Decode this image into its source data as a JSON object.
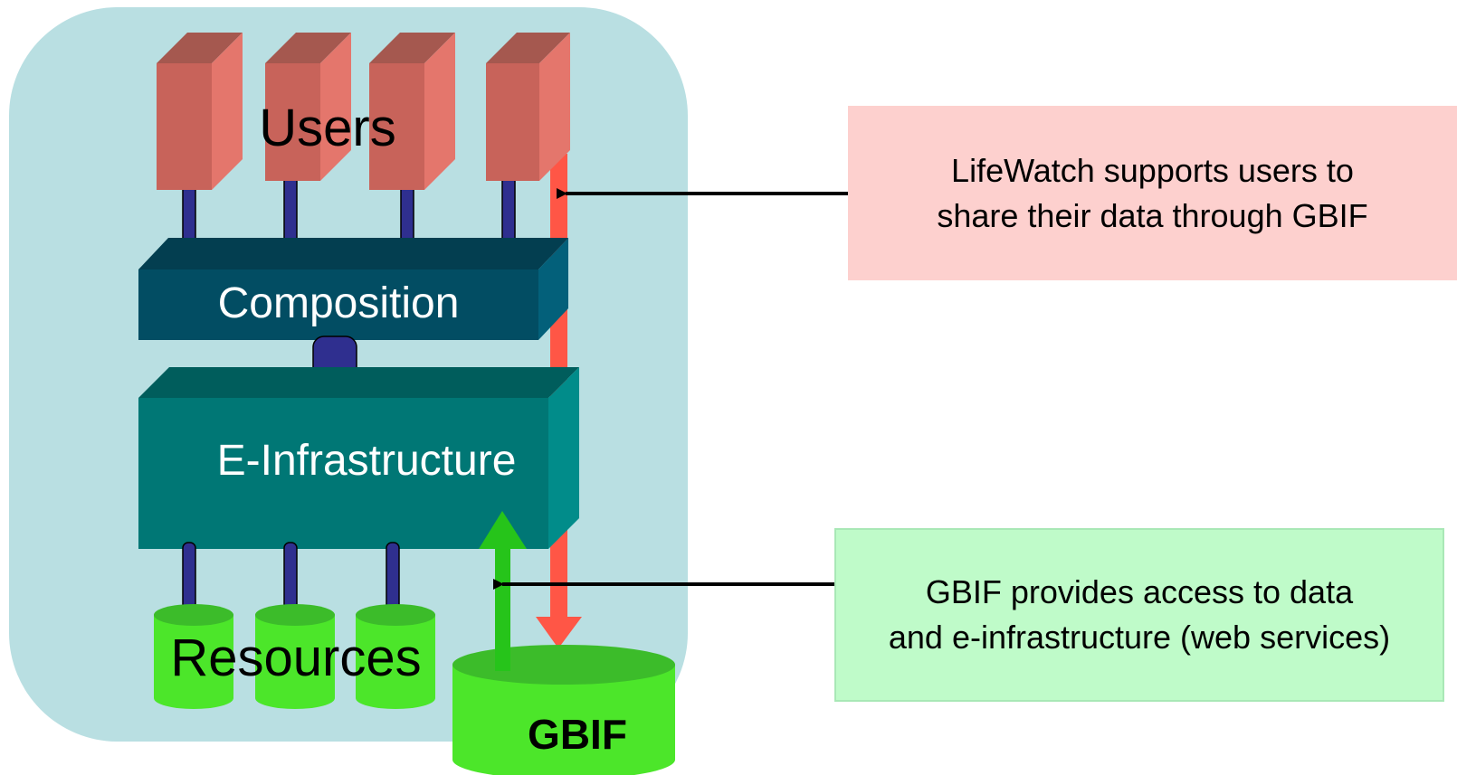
{
  "diagram": {
    "users_label": "Users",
    "composition_label": "Composition",
    "einfra_label": "E-Infrastructure",
    "resources_label": "Resources",
    "gbif_label": "GBIF"
  },
  "notes": {
    "lifewatch": {
      "line1": "LifeWatch supports users to",
      "line2": "share their data through GBIF"
    },
    "gbif": {
      "line1": "GBIF provides access to data",
      "line2": "and e-infrastructure (web services)"
    }
  },
  "colors": {
    "panel": "#b9dfe2",
    "user_front": "#c8635a",
    "user_side": "#e4766c",
    "user_top": "#a5584f",
    "connector": "#2f2f8f",
    "composition_front": "#024d63",
    "composition_top": "#033e50",
    "composition_side": "#03607a",
    "einfra_front": "#007775",
    "einfra_top": "#005d5c",
    "einfra_side": "#018c8a",
    "cylinder_body": "#4ce62a",
    "cylinder_top": "#3cbc2a",
    "red_arrow": "#ff5646",
    "green_arrow": "#26c41a",
    "note_lifewatch_bg": "#fdd0ce",
    "note_gbif_bg": "#bffbc9",
    "note_gbif_border": "#a9e8b6"
  }
}
